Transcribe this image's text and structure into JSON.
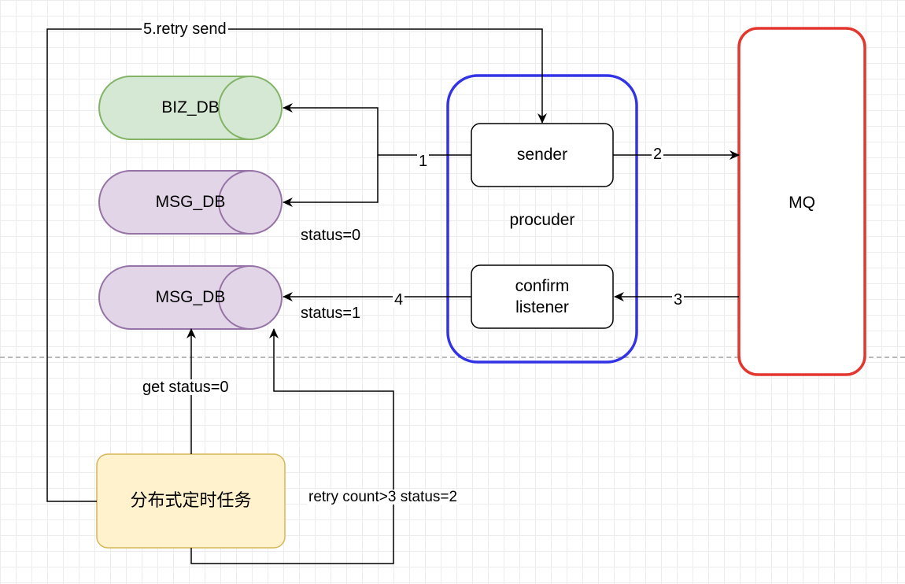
{
  "nodes": {
    "biz_db": "BIZ_DB",
    "msg_db_top": "MSG_DB",
    "msg_db_bottom": "MSG_DB",
    "sender": "sender",
    "producer": "procuder",
    "confirm_listener": "confirm\nlistener",
    "mq": "MQ",
    "scheduler": "分布式定时任务"
  },
  "edges": {
    "retry_send": "5.retry send",
    "step1": "1",
    "step2": "2",
    "step3": "3",
    "step4": "4",
    "status0": "status=0",
    "status1": "status=1",
    "get_status0": "get status=0",
    "retry_count": "retry count>3 status=2"
  },
  "colors": {
    "biz_fill": "#d5e8d4",
    "biz_stroke": "#82b366",
    "msg_fill": "#e1d5e7",
    "msg_stroke": "#9673a6",
    "producer_stroke": "#3333e6",
    "mq_stroke": "#e3362e",
    "sched_fill": "#fff2cc",
    "sched_stroke": "#d6b656"
  }
}
